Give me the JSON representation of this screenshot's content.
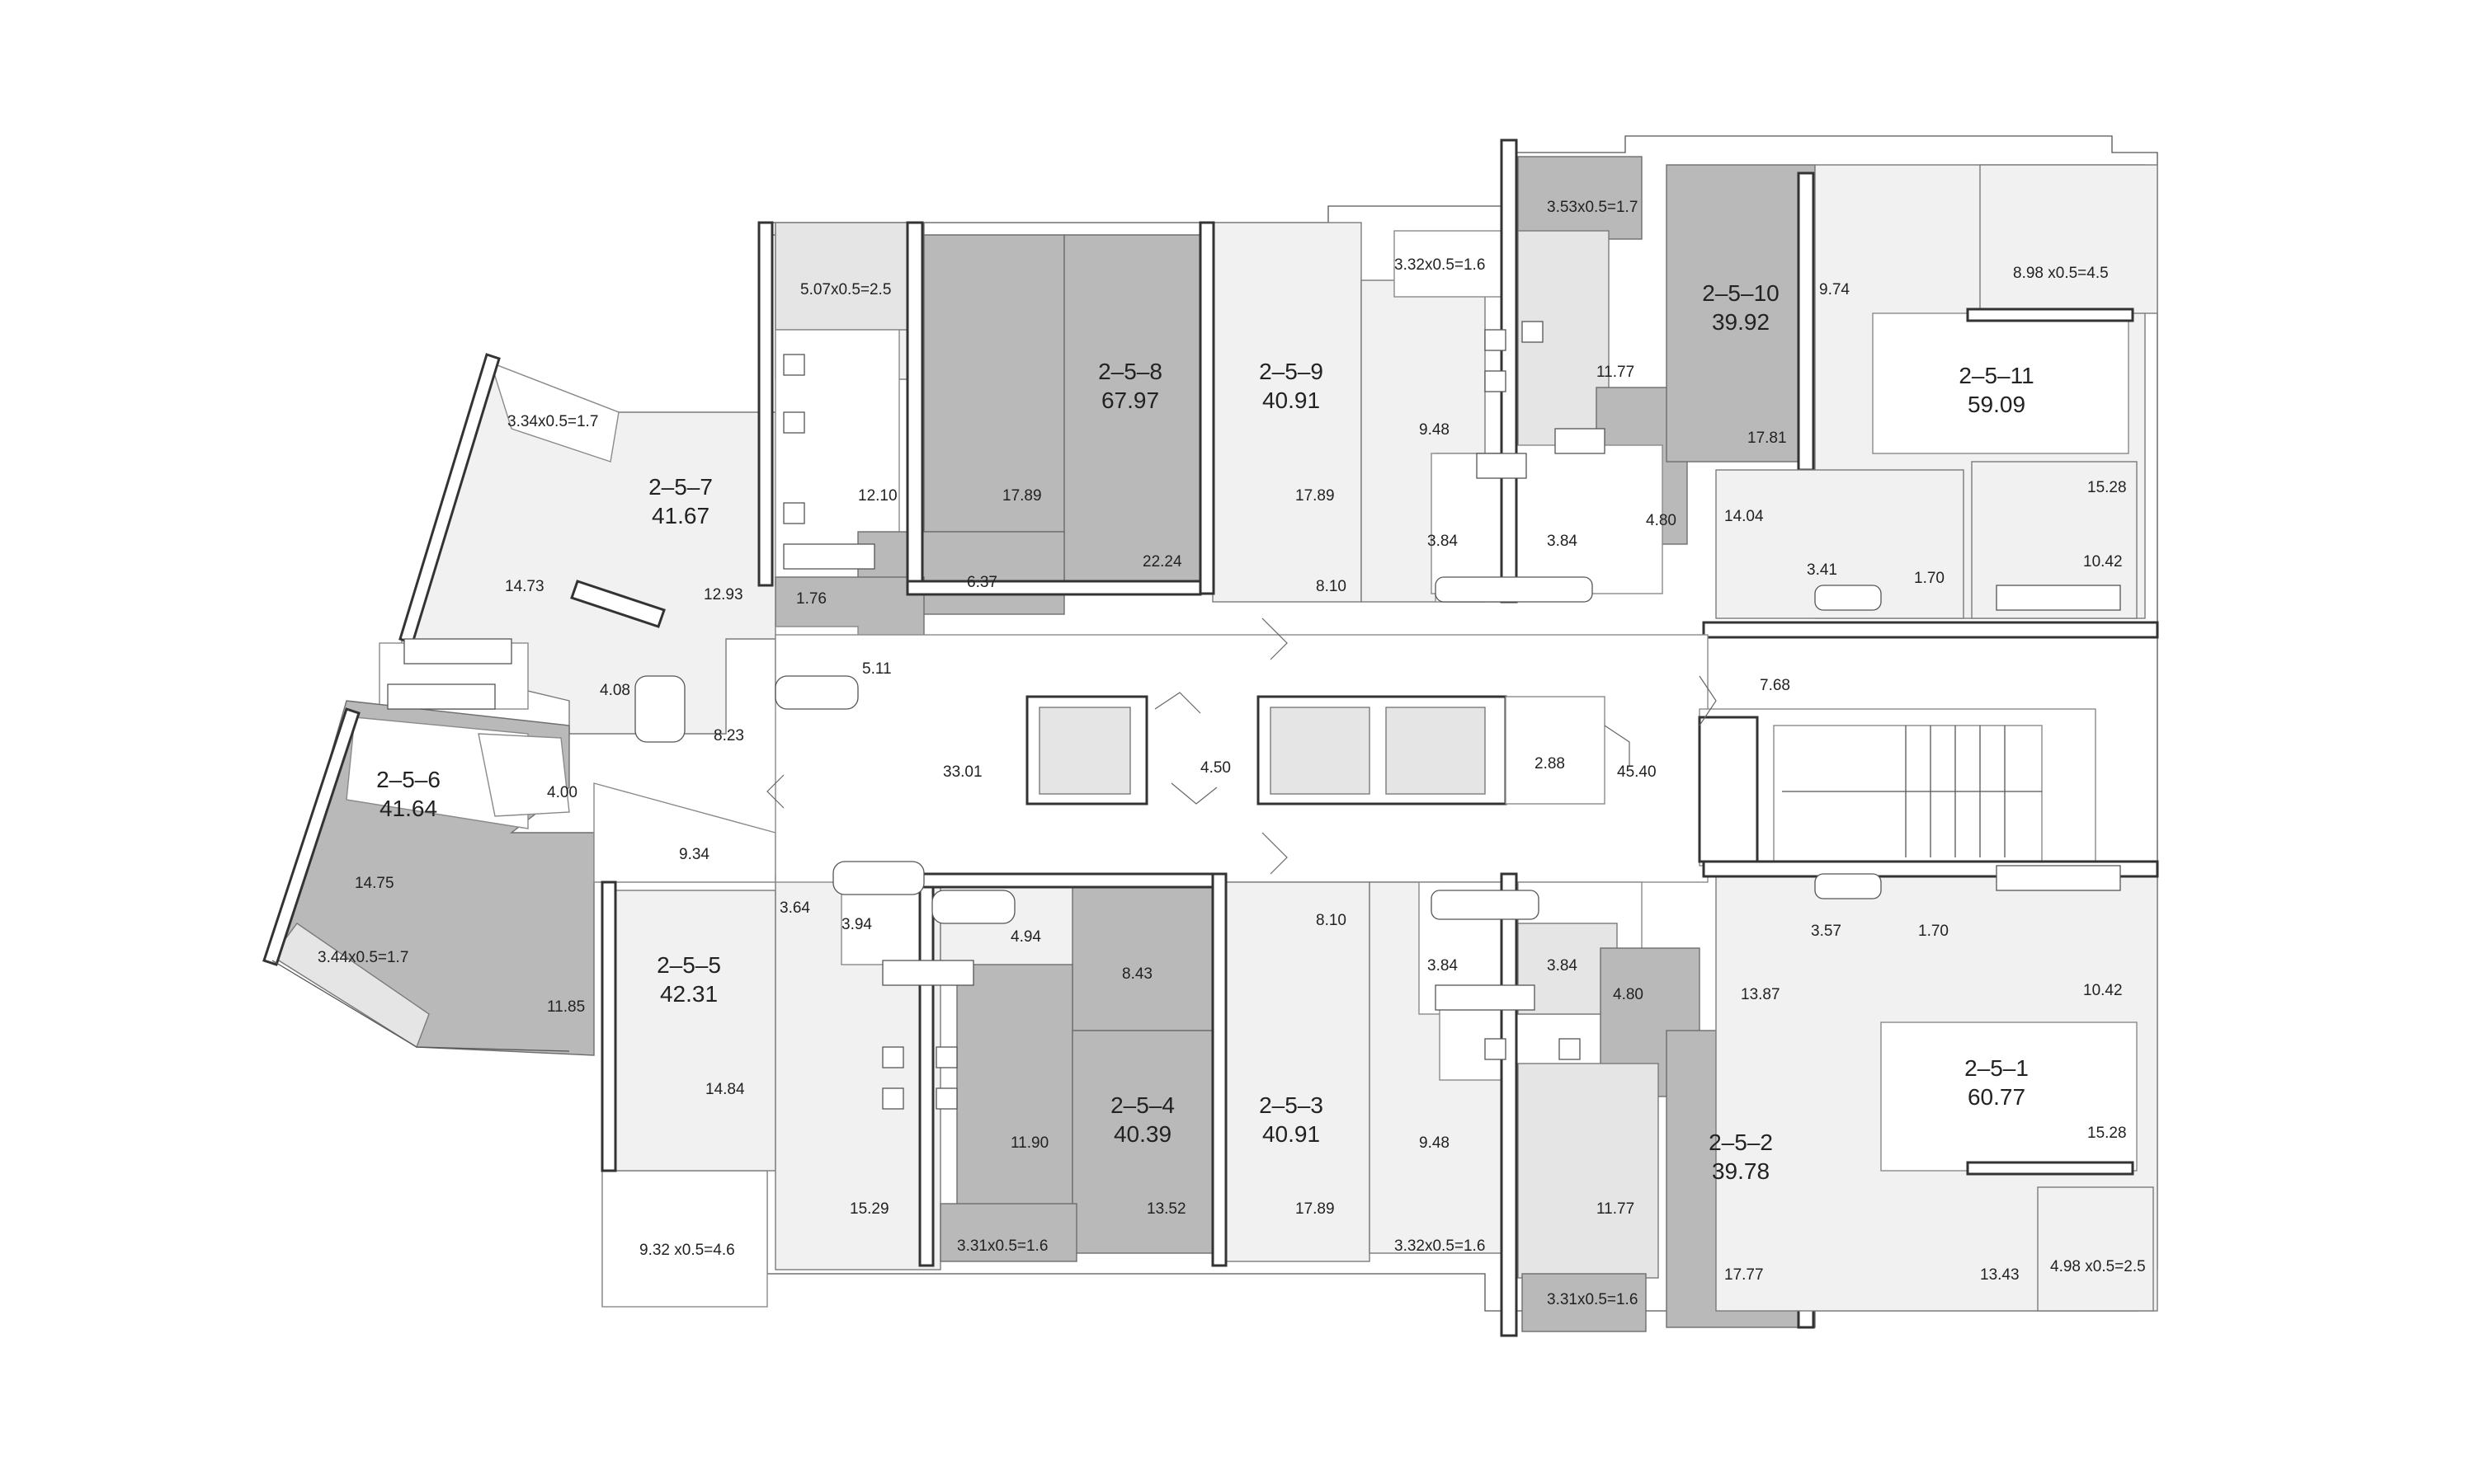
{
  "units": [
    {
      "code": "2–5–1",
      "area": "60.77"
    },
    {
      "code": "2–5–2",
      "area": "39.78"
    },
    {
      "code": "2–5–3",
      "area": "40.91"
    },
    {
      "code": "2–5–4",
      "area": "40.39"
    },
    {
      "code": "2–5–5",
      "area": "42.31"
    },
    {
      "code": "2–5–6",
      "area": "41.64"
    },
    {
      "code": "2–5–7",
      "area": "41.67"
    },
    {
      "code": "2–5–8",
      "area": "67.97"
    },
    {
      "code": "2–5–9",
      "area": "40.91"
    },
    {
      "code": "2–5–10",
      "area": "39.92"
    },
    {
      "code": "2–5–11",
      "area": "59.09"
    }
  ],
  "rooms": {
    "u1": [
      "10.42",
      "15.28",
      "13.43",
      "13.87",
      "3.57",
      "1.70"
    ],
    "u2": [
      "17.77",
      "11.77",
      "4.80",
      "3.84"
    ],
    "u3": [
      "17.89",
      "9.48",
      "8.10",
      "3.84"
    ],
    "u4": [
      "13.52",
      "11.90",
      "8.43",
      "4.94"
    ],
    "u5": [
      "15.29",
      "14.84",
      "3.64",
      "3.94"
    ],
    "u6": [
      "14.75",
      "11.85",
      "9.34",
      "4.00"
    ],
    "u7": [
      "14.73",
      "12.93",
      "8.23",
      "4.08"
    ],
    "u8": [
      "17.89",
      "22.24",
      "12.10",
      "6.37",
      "1.76",
      "5.11"
    ],
    "u9": [
      "17.89",
      "9.48",
      "8.10",
      "3.84"
    ],
    "u10": [
      "17.81",
      "11.77",
      "4.80",
      "3.84"
    ],
    "u11": [
      "15.28",
      "9.74",
      "14.04",
      "10.42",
      "3.41",
      "1.70"
    ]
  },
  "common": {
    "corridor_west": "33.01",
    "elevator_lobby": "4.50",
    "vestibule": "2.88",
    "corridor_east": "45.40",
    "stair_lobby": "7.68"
  },
  "balconies": {
    "b_3_53": "3.53x0.5=1.7",
    "b_3_32_top": "3.32x0.5=1.6",
    "b_5_07": "5.07x0.5=2.5",
    "b_8_98": "8.98 x0.5=4.5",
    "b_3_34": "3.34x0.5=1.7",
    "b_3_44": "3.44x0.5=1.7",
    "b_9_32": "9.32 x0.5=4.6",
    "b_3_31_left": "3.31x0.5=1.6",
    "b_3_32_bottom": "3.32x0.5=1.6",
    "b_3_31_right": "3.31x0.5=1.6",
    "b_4_98": "4.98 x0.5=2.5"
  }
}
